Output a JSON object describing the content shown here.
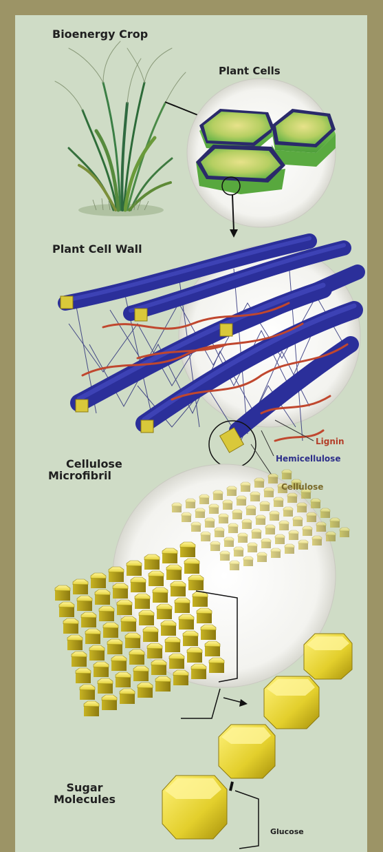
{
  "labels": {
    "bioenergy_crop": "Bioenergy Crop",
    "plant_cells": "Plant Cells",
    "plant_cell_wall": "Plant Cell Wall",
    "cellulose_microfibril_1": "Cellulose",
    "cellulose_microfibril_2": "Microfibril",
    "sugar_molecules_1": "Sugar",
    "sugar_molecules_2": "Molecules",
    "glucose": "Glucose"
  },
  "legend": {
    "lignin": "Lignin",
    "hemicellulose": "Hemicellulose",
    "cellulose": "Cellulose"
  },
  "colors": {
    "frame": "#9c9466",
    "panel": "#cfdcc6",
    "lignin": "#c0472e",
    "hemicellulose": "#2b2f9a",
    "cellulose": "#d9c83a",
    "cell_green": "#7fcf5a"
  }
}
